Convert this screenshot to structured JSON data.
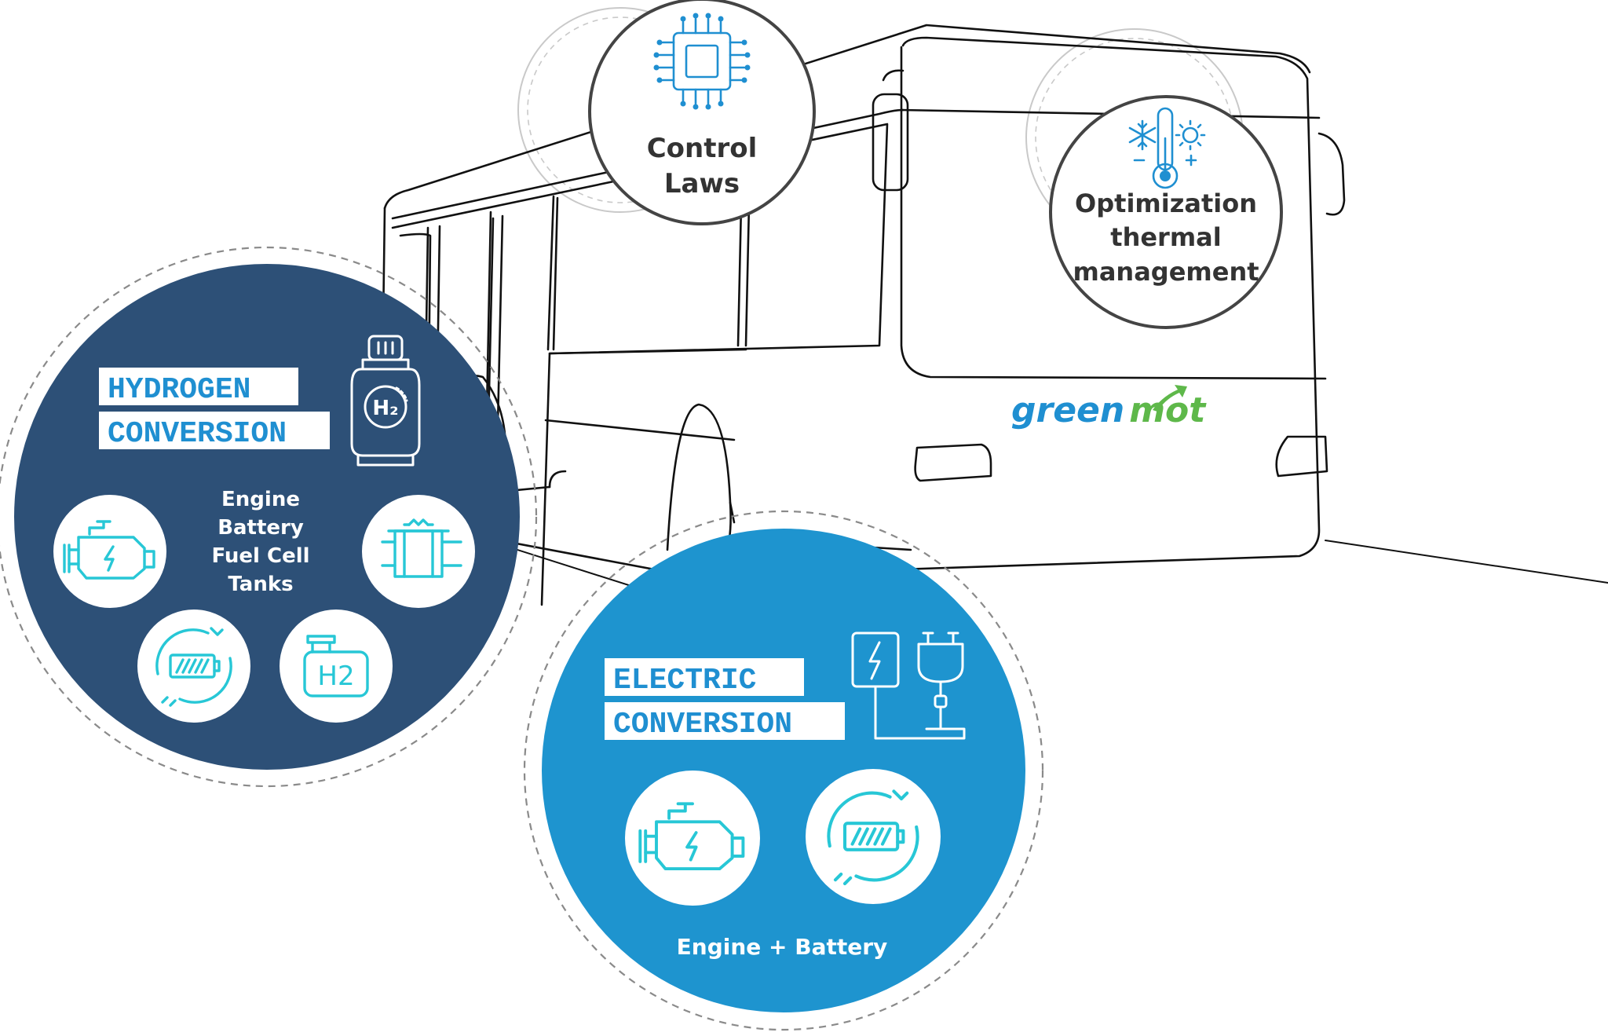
{
  "control_laws": {
    "line1": "Control",
    "line2": "Laws",
    "icon": "cpu-chip-icon"
  },
  "thermal": {
    "line1": "Optimization",
    "line2": "thermal",
    "line3": "management",
    "icon": "thermometer-snow-sun-icon"
  },
  "brand": {
    "part1": "green",
    "part2": "mot",
    "color_green": "#1f8fd1",
    "color_mot": "#5eb84a"
  },
  "hydrogen": {
    "title_line1": "HYDROGEN",
    "title_line2": "CONVERSION",
    "components": [
      "Engine",
      "Battery",
      "Fuel Cell",
      "Tanks"
    ],
    "tank_label": "H2",
    "tank_badge": "H₂",
    "color": "#2d5077"
  },
  "electric": {
    "title_line1": "ELECTRIC",
    "title_line2": "CONVERSION",
    "components_label": "Engine + Battery",
    "color": "#1e94cf"
  },
  "colors": {
    "accent_cyan": "#27c7d6",
    "title_blue": "#1f8fd1",
    "outline": "#111111"
  }
}
